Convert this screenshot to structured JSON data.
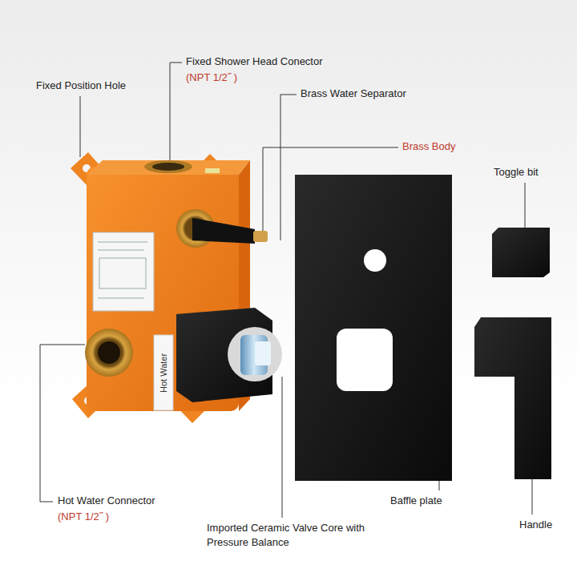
{
  "diagram": {
    "labels": [
      "Fixed Position Hole",
      "Fixed Shower Head Conector",
      "(NPT 1/2˝ )",
      "Brass Water Separator",
      "Brass Body",
      "Toggle bit",
      "Hot Water",
      "Hot Water Connector",
      "(NPT 1/2˝ )",
      "Imported Ceramic Valve Core with Pressure Balance",
      "Baffle plate",
      "Handle"
    ]
  }
}
